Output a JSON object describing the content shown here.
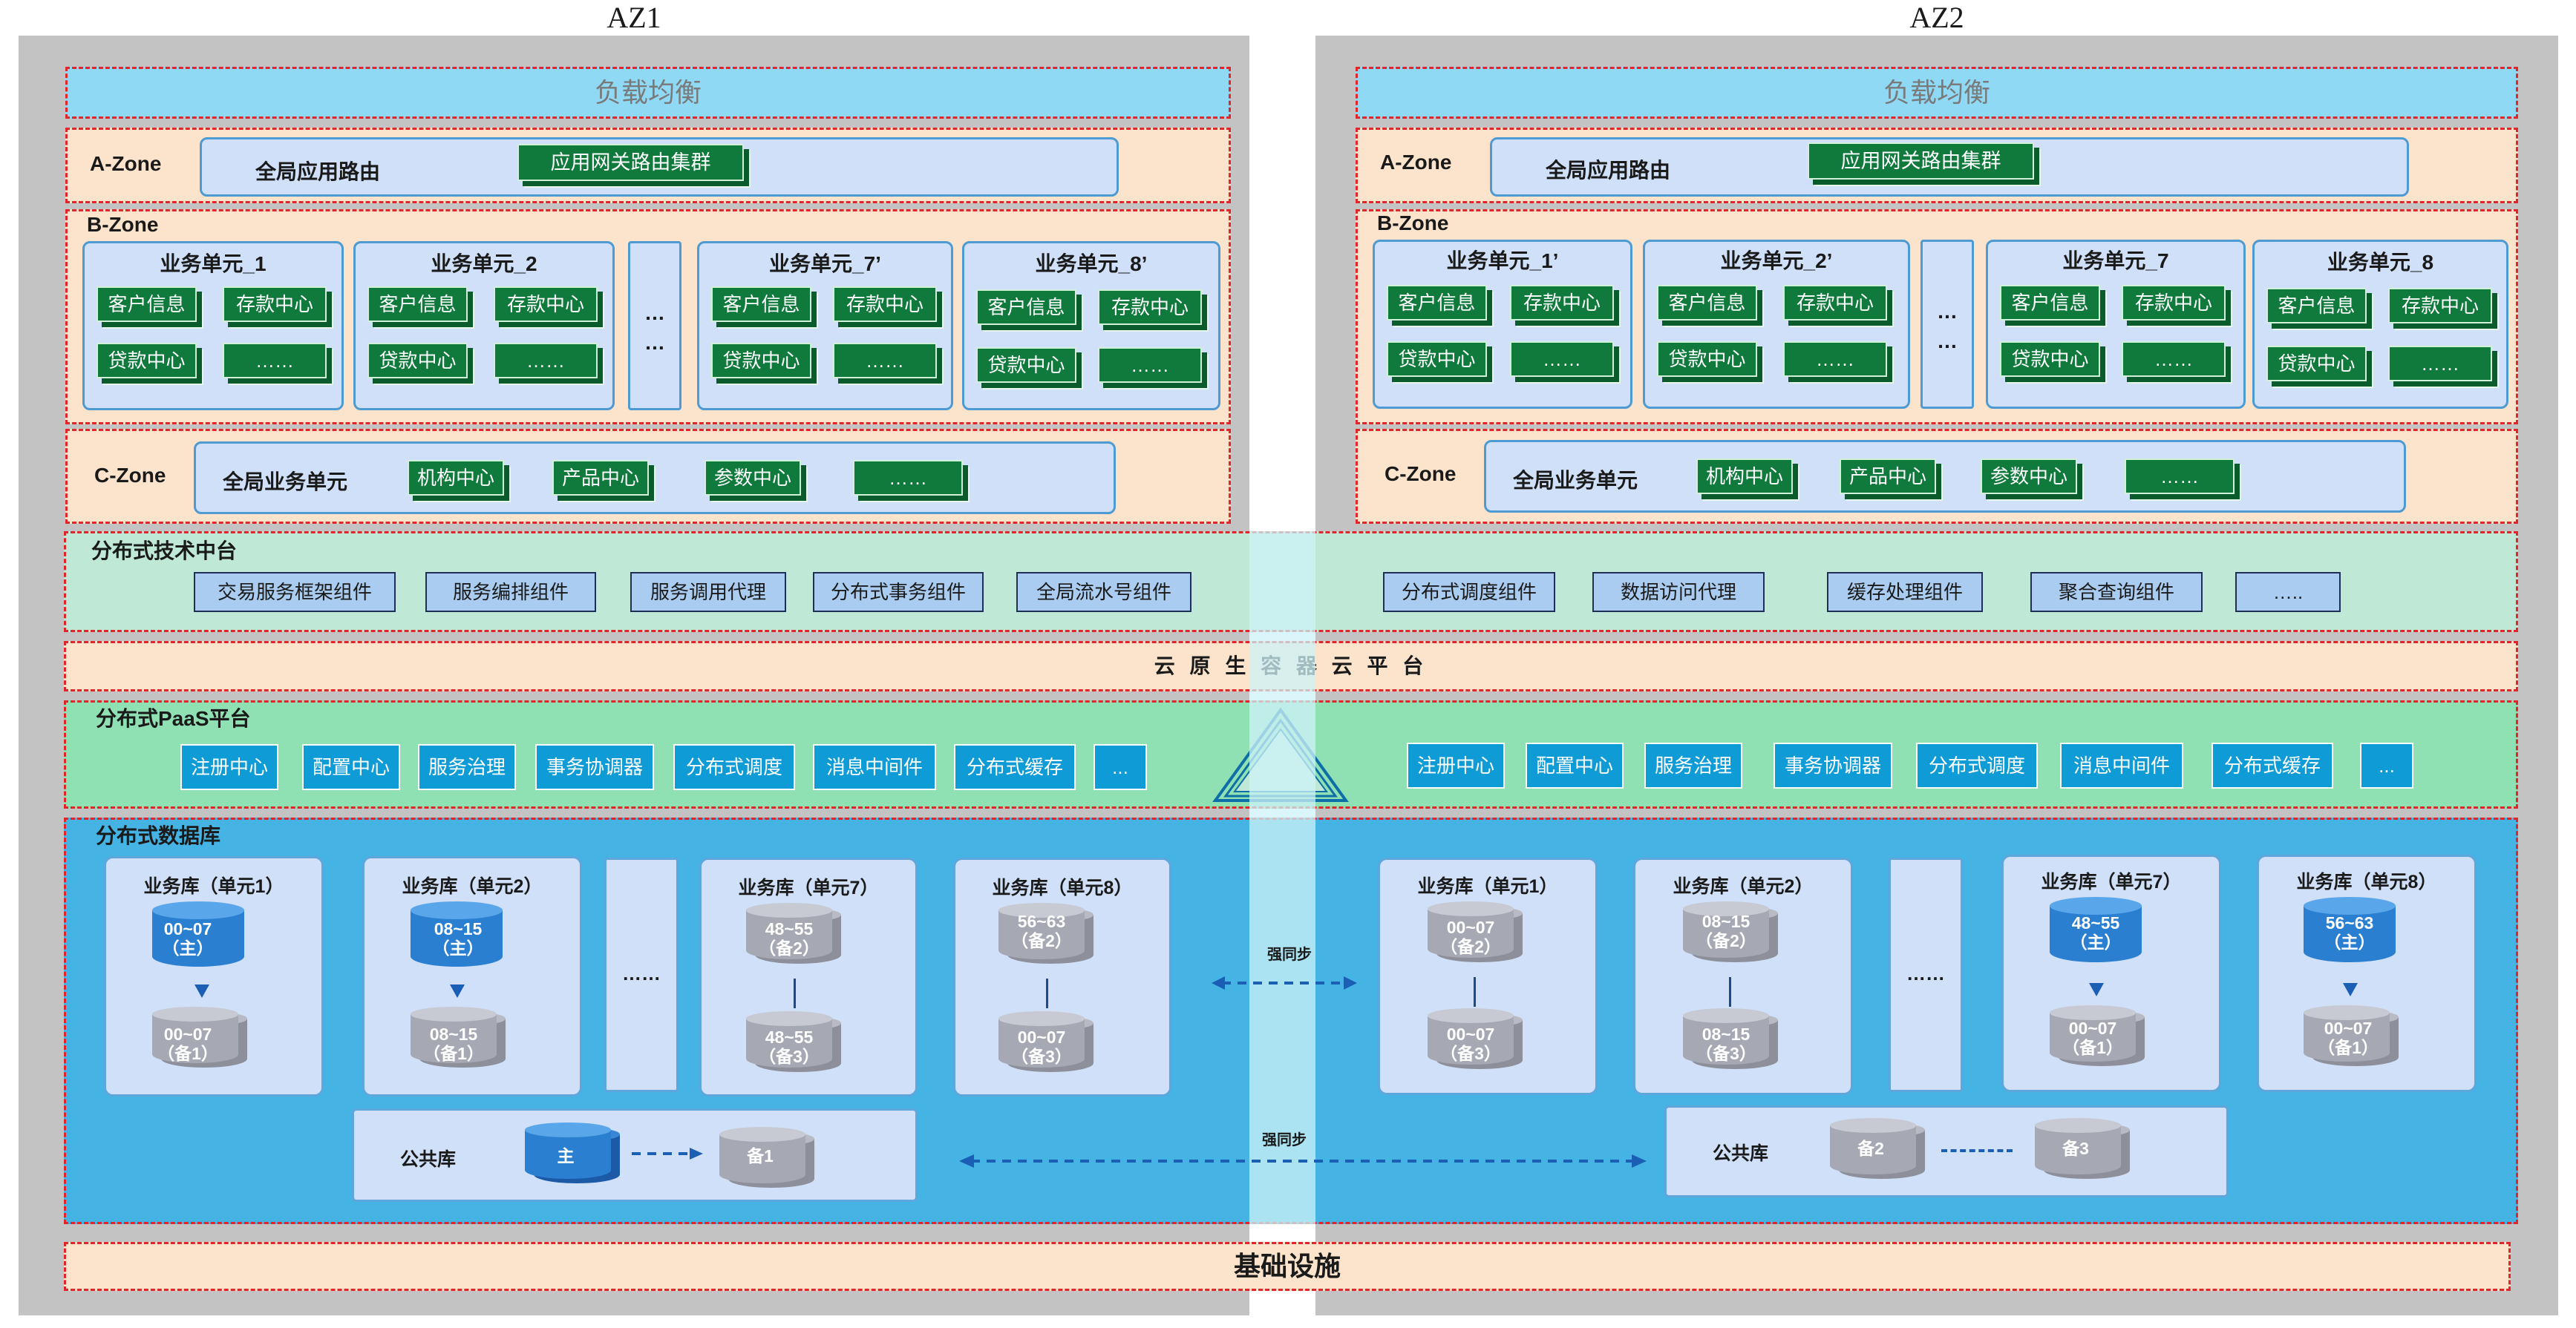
{
  "colors": {
    "az_background": "#c3c3c3",
    "dashed_border": "#e0262a",
    "component_green": "#0f7a3c",
    "paas_blue": "#0e9bd6",
    "db_blue": "#45b3e3",
    "master_cylinder": "#2a7fd1",
    "replica_cylinder": "#a6a9b4"
  },
  "az1": {
    "title": "AZ1",
    "load_balance": "负载均衡",
    "a_zone": {
      "label": "A-Zone",
      "router": "全局应用路由",
      "gateway": "应用网关路由集群"
    },
    "b_zone": {
      "label": "B-Zone",
      "units": [
        {
          "title": "业务单元_1",
          "items": [
            "客户信息",
            "存款中心",
            "贷款中心",
            "……"
          ]
        },
        {
          "title": "业务单元_2",
          "items": [
            "客户信息",
            "存款中心",
            "贷款中心",
            "……"
          ]
        },
        {
          "title": "业务单元_7’",
          "items": [
            "客户信息",
            "存款中心",
            "贷款中心",
            "……"
          ]
        },
        {
          "title": "业务单元_8’",
          "items": [
            "客户信息",
            "存款中心",
            "贷款中心",
            "……"
          ]
        }
      ],
      "ellipsis": [
        "…",
        "…"
      ]
    },
    "c_zone": {
      "label": "C-Zone",
      "title": "全局业务单元",
      "items": [
        "机构中心",
        "产品中心",
        "参数中心",
        "……"
      ]
    },
    "tech_platform": {
      "label": "分布式技术中台",
      "items": [
        "交易服务框架组件",
        "服务编排组件",
        "服务调用代理",
        "分布式事务组件",
        "全局流水号组件"
      ]
    },
    "paas": {
      "label": "分布式PaaS平台",
      "items": [
        "注册中心",
        "配置中心",
        "服务治理",
        "事务协调器",
        "分布式调度",
        "消息中间件",
        "分布式缓存",
        "..."
      ]
    },
    "db": {
      "label": "分布式数据库",
      "panels": [
        {
          "title": "业务库（单元1）",
          "top": [
            "00~07",
            "（主）"
          ],
          "bottom": [
            "00~07",
            "（备1）"
          ],
          "top_role": "master"
        },
        {
          "title": "业务库（单元2）",
          "top": [
            "08~15",
            "（主）"
          ],
          "bottom": [
            "08~15",
            "（备1）"
          ],
          "top_role": "master"
        },
        {
          "title": "业务库（单元7）",
          "top": [
            "48~55",
            "（备2）"
          ],
          "bottom": [
            "48~55",
            "（备3）"
          ],
          "top_role": "replica"
        },
        {
          "title": "业务库（单元8）",
          "top": [
            "56~63",
            "（备2）"
          ],
          "bottom": [
            "00~07",
            "（备3）"
          ],
          "top_role": "replica"
        }
      ],
      "ellipsis": "……",
      "public": {
        "label": "公共库",
        "left": "主",
        "right": "备1"
      }
    }
  },
  "az2": {
    "title": "AZ2",
    "load_balance": "负载均衡",
    "a_zone": {
      "label": "A-Zone",
      "router": "全局应用路由",
      "gateway": "应用网关路由集群"
    },
    "b_zone": {
      "label": "B-Zone",
      "units": [
        {
          "title": "业务单元_1’",
          "items": [
            "客户信息",
            "存款中心",
            "贷款中心",
            "……"
          ]
        },
        {
          "title": "业务单元_2’",
          "items": [
            "客户信息",
            "存款中心",
            "贷款中心",
            "……"
          ]
        },
        {
          "title": "业务单元_7",
          "items": [
            "客户信息",
            "存款中心",
            "贷款中心",
            "……"
          ]
        },
        {
          "title": "业务单元_8",
          "items": [
            "客户信息",
            "存款中心",
            "贷款中心",
            "……"
          ]
        }
      ],
      "ellipsis": [
        "…",
        "…"
      ]
    },
    "c_zone": {
      "label": "C-Zone",
      "title": "全局业务单元",
      "items": [
        "机构中心",
        "产品中心",
        "参数中心",
        "……"
      ]
    },
    "tech_platform": {
      "items": [
        "分布式调度组件",
        "数据访问代理",
        "缓存处理组件",
        "聚合查询组件",
        "….."
      ]
    },
    "paas": {
      "items": [
        "注册中心",
        "配置中心",
        "服务治理",
        "事务协调器",
        "分布式调度",
        "消息中间件",
        "分布式缓存",
        "..."
      ]
    },
    "db": {
      "panels": [
        {
          "title": "业务库（单元1）",
          "top": [
            "00~07",
            "（备2）"
          ],
          "bottom": [
            "00~07",
            "（备3）"
          ],
          "top_role": "replica"
        },
        {
          "title": "业务库（单元2）",
          "top": [
            "08~15",
            "（备2）"
          ],
          "bottom": [
            "08~15",
            "（备3）"
          ],
          "top_role": "replica"
        },
        {
          "title": "业务库（单元7）",
          "top": [
            "48~55",
            "（主）"
          ],
          "bottom": [
            "00~07",
            "（备1）"
          ],
          "top_role": "master"
        },
        {
          "title": "业务库（单元8）",
          "top": [
            "56~63",
            "（主）"
          ],
          "bottom": [
            "00~07",
            "（备1）"
          ],
          "top_role": "master"
        }
      ],
      "ellipsis": "……",
      "public": {
        "label": "公共库",
        "left": "备2",
        "right": "备3"
      }
    }
  },
  "cloud_native": "云 原 生 容 器 云 平 台",
  "sync_label_1": "强同步",
  "sync_label_2": "强同步",
  "infrastructure": "基础设施"
}
